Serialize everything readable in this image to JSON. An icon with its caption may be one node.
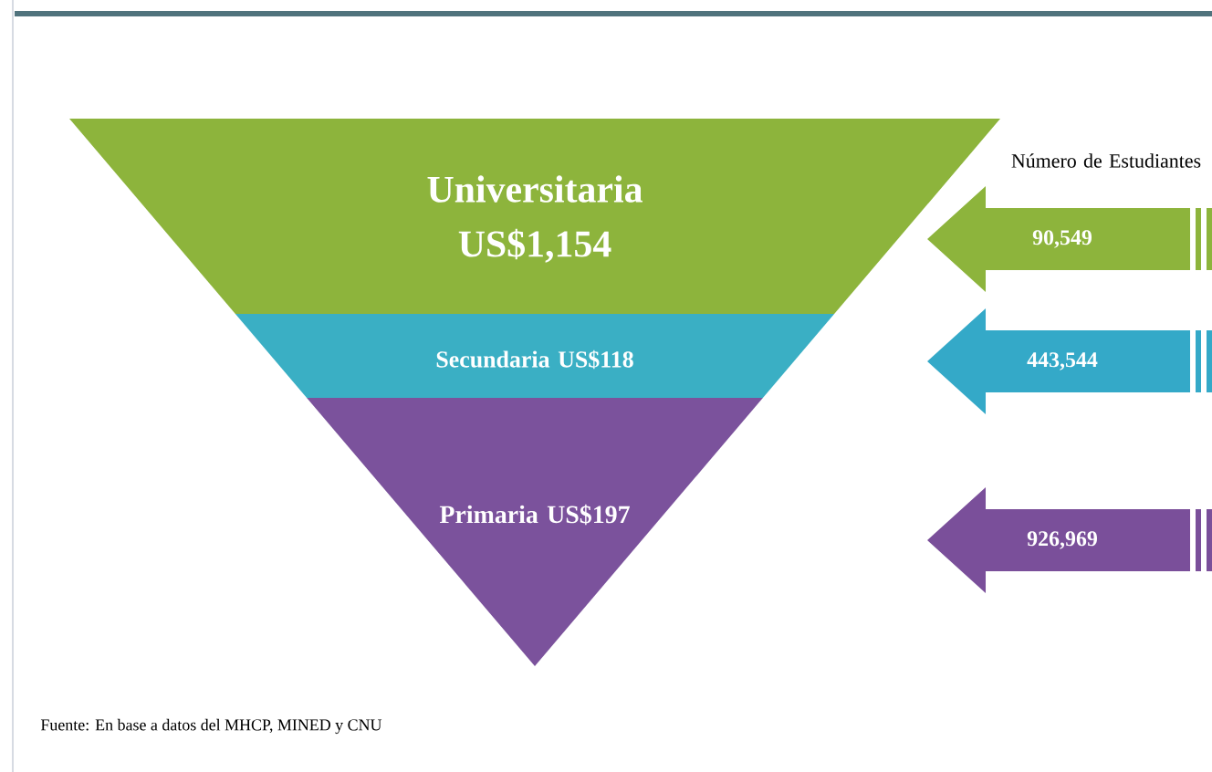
{
  "diagram": {
    "nodes": [
      {
        "text": [
          "Universitaria US$1,154"
        ]
      },
      {
        "text": [
          "Secundaria US$118"
        ]
      },
      {
        "text": [
          "Primaria US$197"
        ]
      },
      {
        "text": [
          "90,549"
        ]
      },
      {
        "text": [
          "443,544"
        ]
      },
      {
        "text": [
          "926,969"
        ]
      }
    ],
    "labels": [
      "Número de Estudiantes",
      "Fuente: En base a datos del MHCP, MINED y CNU"
    ]
  }
}
